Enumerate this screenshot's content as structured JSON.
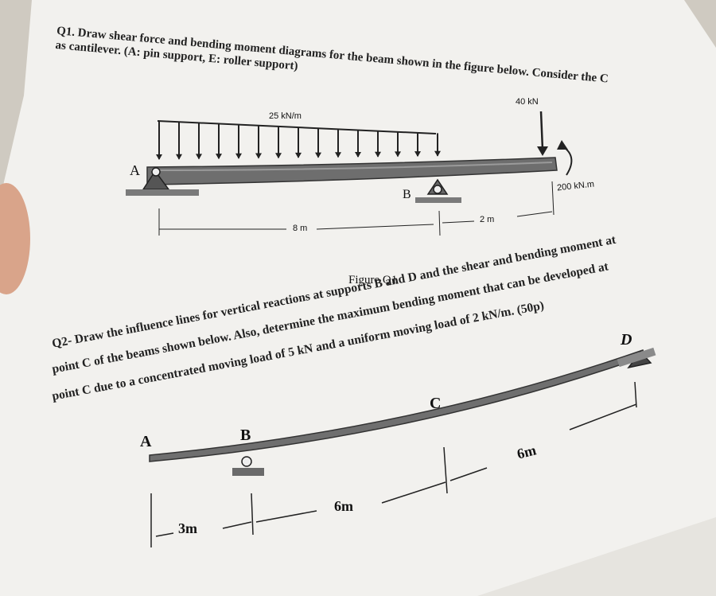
{
  "q1": {
    "line1": "Q1. Draw shear force and bending moment diagrams for the beam shown in the figure below. Consider the C",
    "line2": "as cantilever. (A: pin support, E: roller support)"
  },
  "figure1": {
    "distributed_load": "25 kN/m",
    "point_load": "40 kN",
    "moment": "200 kN.m",
    "label_A": "A",
    "label_B": "B",
    "span_AB": "8 m",
    "span_BC": "2 m",
    "caption": "Figure Q1"
  },
  "q2": {
    "line1": "Q2- Draw the influence lines for vertical reactions at supports B and D and the shear and bending moment at",
    "line2": "point C of the beams shown below. Also, determine the maximum bending moment that can be developed at",
    "line3": "point C due to a concentrated moving load of 5 kN and a uniform moving load of 2 kN/m. (50p)"
  },
  "figure2": {
    "label_A": "A",
    "label_B": "B",
    "label_C": "C",
    "label_D": "D",
    "span_AB": "3m",
    "span_BC": "6m",
    "span_CD": "6m"
  },
  "colors": {
    "paper": "#f2f1ee",
    "beam": "#6e6e6e",
    "ink": "#222222"
  }
}
